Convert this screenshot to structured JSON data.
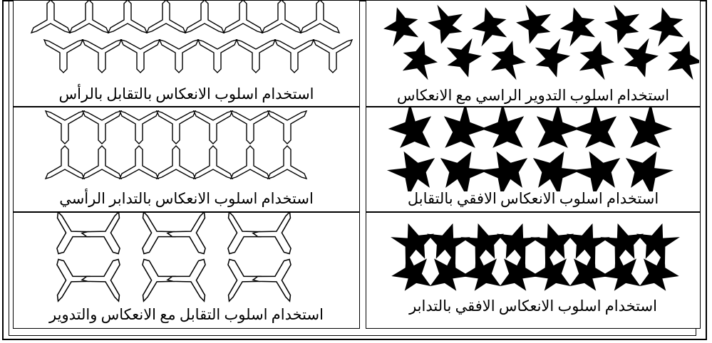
{
  "figure": {
    "cells": [
      {
        "id": "r1-right",
        "caption": "استخدام اسلوب التدوير الراسي مع الانعكاس",
        "motif": "bird-filled",
        "arrangement": "vertical-rotation-with-reflection"
      },
      {
        "id": "r1-left",
        "caption": "استخدام اسلوب الانعكاس بالتقابل بالرأس",
        "motif": "tripod-outline",
        "arrangement": "vertical-reflection-facing"
      },
      {
        "id": "r2-right",
        "caption": "استخدام اسلوب الانعكاس الافقي بالتقابل",
        "motif": "bird-filled",
        "arrangement": "horizontal-reflection-facing"
      },
      {
        "id": "r2-left",
        "caption": "استخدام اسلوب  الانعكاس بالتدابر الرأسي",
        "motif": "tripod-outline",
        "arrangement": "vertical-reflection-back-to-back"
      },
      {
        "id": "r3-right",
        "caption": "استخدام اسلوب الانعكاس الافقي بالتدابر",
        "motif": "bird-filled",
        "arrangement": "horizontal-reflection-back-to-back"
      },
      {
        "id": "r3-left",
        "caption": "استخدام اسلوب التقابل مع الانعكاس والتدوير",
        "motif": "tripod-outline",
        "arrangement": "facing-with-reflection-and-rotation"
      }
    ]
  }
}
